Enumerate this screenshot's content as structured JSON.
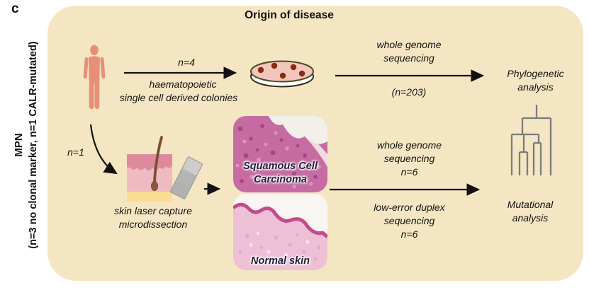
{
  "panel_label": "c",
  "title": "Origin of disease",
  "side_label": {
    "mpn": "MPN",
    "detail": "(n=3 no clonal marker, n=1 CALR-mutated)"
  },
  "colony_flow": {
    "n": "n=4",
    "desc1": "haematopoietic",
    "desc2": "single cell derived colonies",
    "seq1": "whole genome",
    "seq2": "sequencing",
    "seq_n": "(n=203)",
    "result1": "Phylogenetic",
    "result2": "analysis"
  },
  "skin_flow": {
    "n": "n=1",
    "desc1": "skin laser capture",
    "desc2": "microdissection",
    "scc1": "Squamous Cell",
    "scc2": "Carcinoma",
    "normal": "Normal skin",
    "wgs1": "whole genome",
    "wgs2": "sequencing",
    "wgs_n": "n=6",
    "duplex1": "low-error duplex",
    "duplex2": "sequencing",
    "duplex_n": "n=6",
    "result1": "Mutational",
    "result2": "analysis"
  },
  "icons": {
    "person": "person-icon",
    "petri_dish": "petri-dish-icon",
    "skin": "skin-section-icon",
    "slide": "glass-slide-icon",
    "tree": "phylogenetic-tree-icon"
  },
  "colors": {
    "panel_bg": "#f5e6c3",
    "person_salmon": "#e78f77",
    "arrow_black": "#111111",
    "petri_fill": "#f2c6ba",
    "colony_dot": "#8b2a12",
    "skin_epidermis": "#dd8b9c",
    "skin_dermis": "#f0bac1",
    "skin_fat": "#f9dd94",
    "hair_brown": "#8a5a3e",
    "slide_gray": "#b5b5b5",
    "tree_gray": "#7b7b7b",
    "scc_pink": "#c76ba3",
    "normal_skin_pink": "#eec0d5",
    "epidermis_band": "#c44a8c"
  }
}
